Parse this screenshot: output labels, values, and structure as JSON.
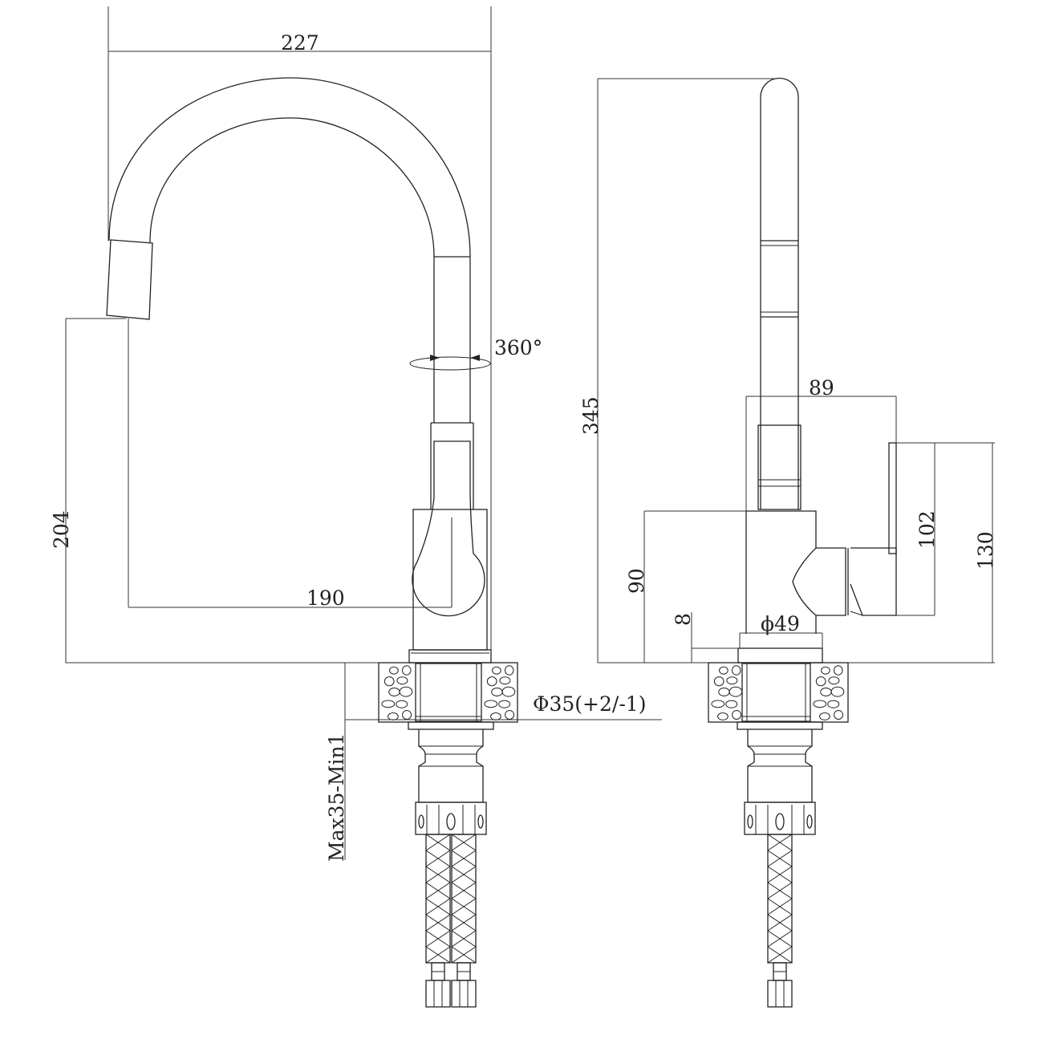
{
  "drawing": {
    "title": "Kitchen faucet dimension drawing",
    "colors": {
      "line": "#222222",
      "background": "#ffffff"
    },
    "front_view": {
      "width_label": "227",
      "reach_label": "190",
      "spout_height_label": "204",
      "rotation_label": "360°",
      "hole_label": "Φ35(+2/-1)",
      "deck_thickness_label": "Max35-Min1"
    },
    "side_view": {
      "height_label": "345",
      "body_depth_label": "89",
      "handle_height_label": "102",
      "handle_top_label": "130",
      "body_height_label": "90",
      "base_ring_label": "8",
      "base_diameter_label": "ϕ49"
    }
  }
}
